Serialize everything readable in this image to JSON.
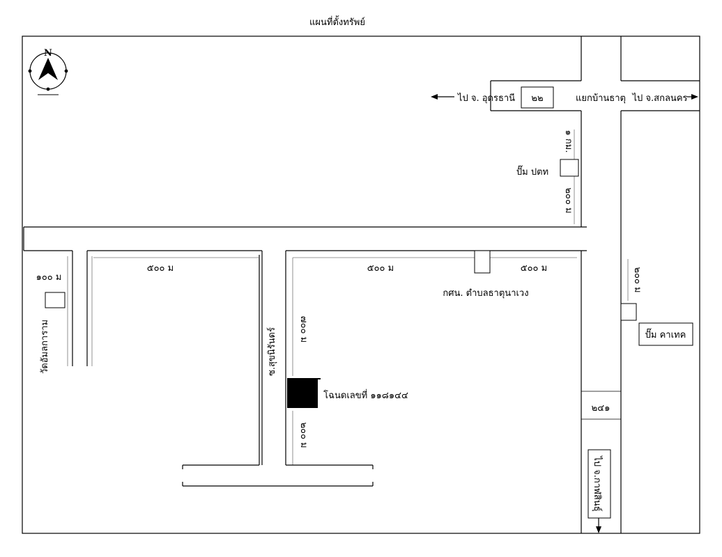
{
  "map": {
    "title": "แผนที่ตั้งทรัพย์",
    "compass_north": "N",
    "roads": {
      "road_22": "๒๒",
      "road_241": "๒๔๑",
      "junction": "แยกบ้านธาตุ",
      "soi_name": "ซ.สุขนิรันดร์"
    },
    "directions": {
      "to_udon": "ไป จ. อุดรธานี",
      "to_sakon": "ไป จ.สกลนคร",
      "to_kalasin": "ไป จ.กาฬสินธุ์"
    },
    "landmarks": {
      "ptt_pump": "ปั๊ม ปตท",
      "caltex_pump": "ปั๊ม คาเทค",
      "temple": "วัดอัมลการาม",
      "learning_center": "กศน. ตำบลธาตุนาเวง",
      "property": "โฉนดเลขที่ ๑๑๘๑๔๔"
    },
    "distances": {
      "d_1km": "๑ กม.",
      "d_200_top": "๒๐๐ ม",
      "d_100": "๑๐๐ ม",
      "d_500_left": "๕๐๐ ม",
      "d_500_mid": "๕๐๐ ม",
      "d_500_right": "๕๐๐ ม",
      "d_200_right": "๒๐๐ ม",
      "d_700": "๗๐๐ ม",
      "d_200_bottom": "๒๐๐ ม"
    }
  }
}
